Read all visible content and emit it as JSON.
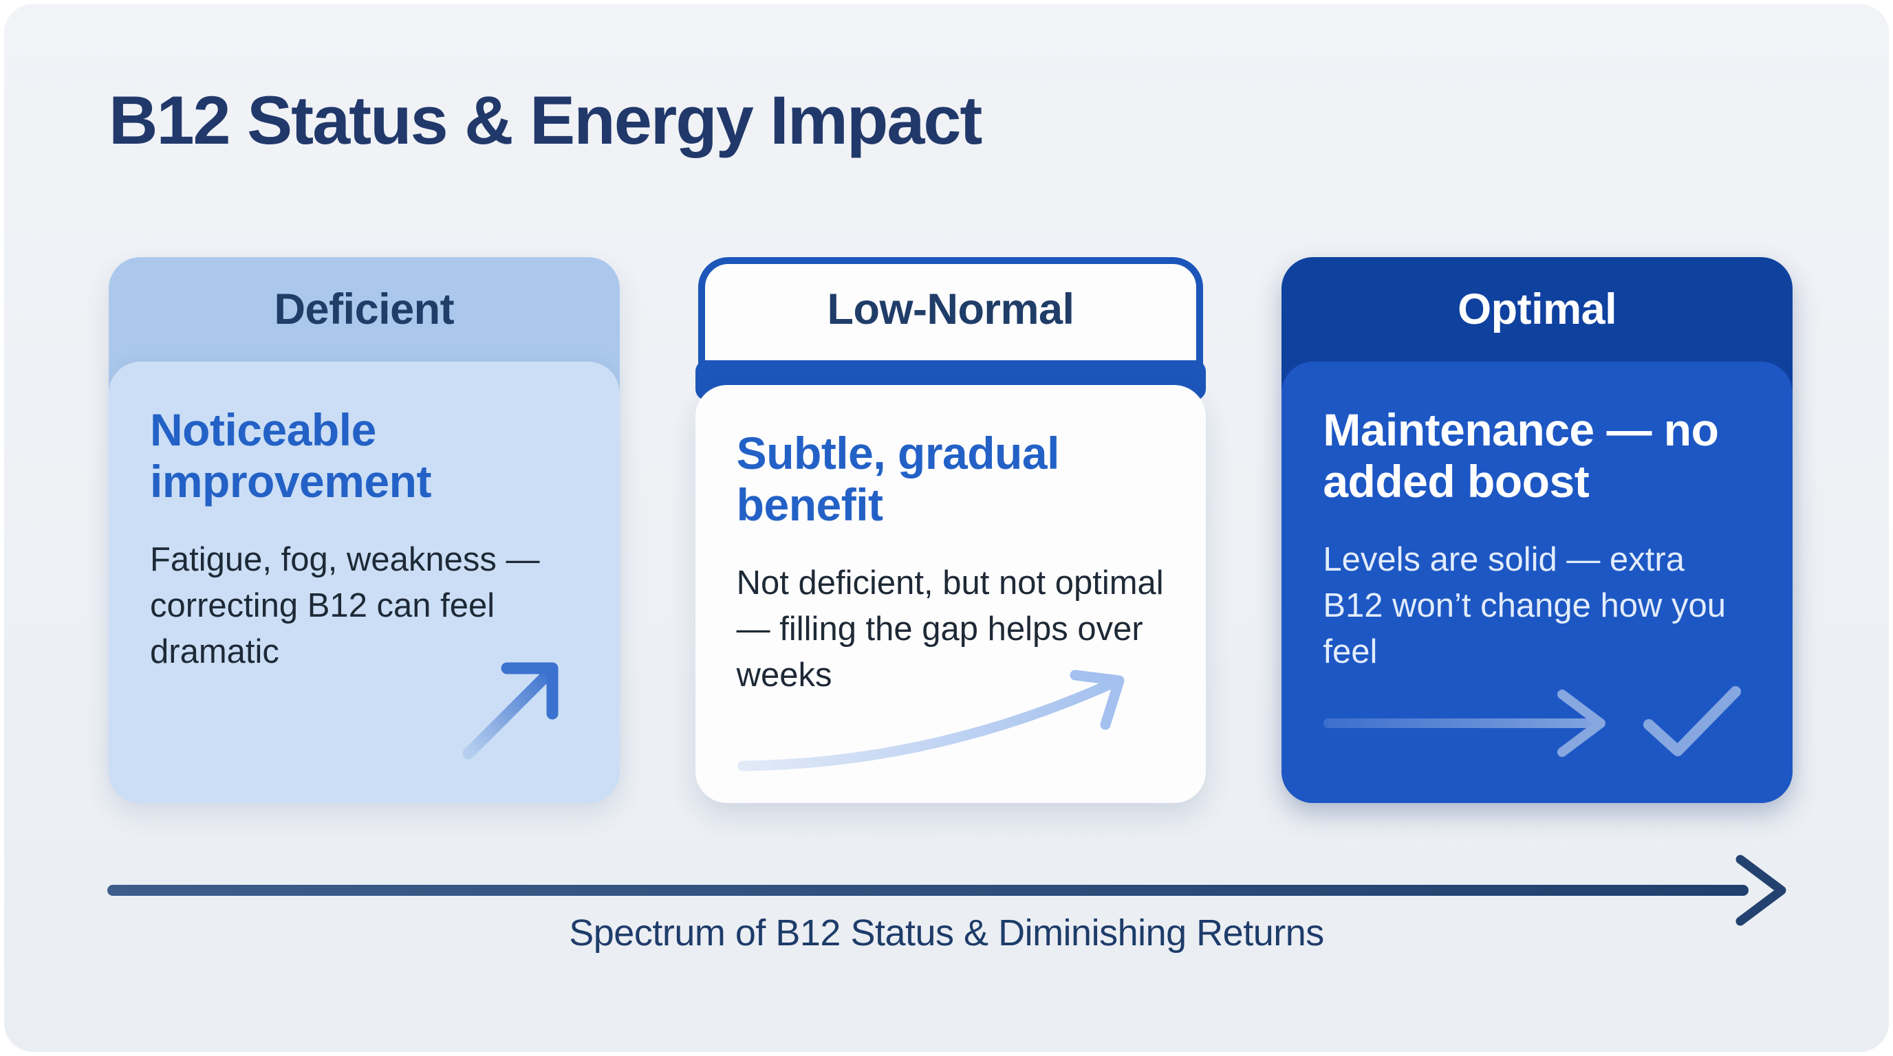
{
  "page": {
    "title": "B12 Status & Energy Impact"
  },
  "cards": [
    {
      "label": "Deficient",
      "heading": "Noticeable improvement",
      "body": "Fatigue, fog, weakness — correcting B12 can feel dramatic",
      "icon": "arrow-up-right-icon"
    },
    {
      "label": "Low-Normal",
      "heading": "Subtle, gradual benefit",
      "body": "Not deficient, but not optimal — filling the gap helps over weeks",
      "icon": "curved-growth-arrow-icon"
    },
    {
      "label": "Optimal",
      "heading": "Maintenance — no added boost",
      "body": "Levels are solid — extra B12 won’t change how you feel",
      "icon": "arrow-right-check-icon"
    }
  ],
  "axis": {
    "caption": "Spectrum of B12 Status & Diminishing Returns"
  },
  "colors": {
    "canvas_bg": "#edf0f4",
    "title_navy": "#21386a",
    "deficient_header": "#abc8ec",
    "deficient_body": "#cbdef5",
    "lownormal_border": "#1c56ba",
    "lownormal_bg": "#fdfdfe",
    "optimal_header": "#0f419f",
    "optimal_body": "#1d57c4",
    "heading_blue": "#2361c6",
    "body_text_dark": "#1e2936",
    "axis_navy": "#23426f"
  }
}
